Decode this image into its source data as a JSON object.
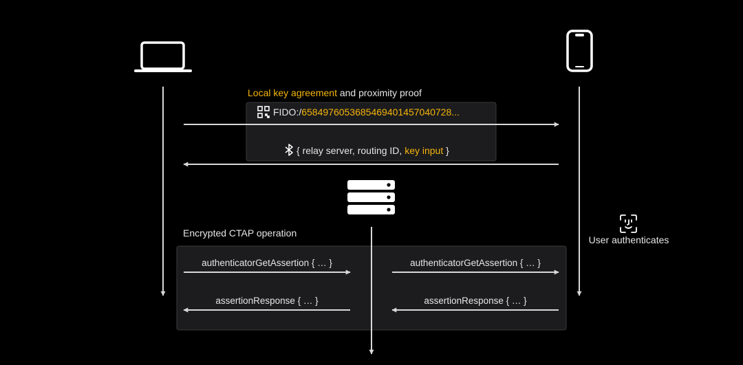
{
  "colors": {
    "background": "#000000",
    "line": "#d8d8d8",
    "text": "#e6e6e6",
    "accent": "#f5b40a",
    "box_fill": "#1c1c1e",
    "box_border": "#3a3a3c"
  },
  "icons": {
    "client": "laptop-icon",
    "authenticator": "phone-icon",
    "relay": "server-icon",
    "qr": "qr-code-icon",
    "ble": "bluetooth-icon",
    "user_auth": "face-id-icon"
  },
  "proximity": {
    "title_accent": "Local key agreement",
    "title_rest": " and proximity proof",
    "qr_prefix": "FIDO:/",
    "qr_value": "6584976053685469401457040728...",
    "ble_open": "{ relay server, routing ID, ",
    "ble_accent": "key input",
    "ble_close": " }"
  },
  "ctap": {
    "title": "Encrypted CTAP operation",
    "left_request": "authenticatorGetAssertion { … }",
    "left_response": "assertionResponse { … }",
    "right_request": "authenticatorGetAssertion { … }",
    "right_response": "assertionResponse { … }"
  },
  "user_auth": {
    "label": "User authenticates"
  }
}
